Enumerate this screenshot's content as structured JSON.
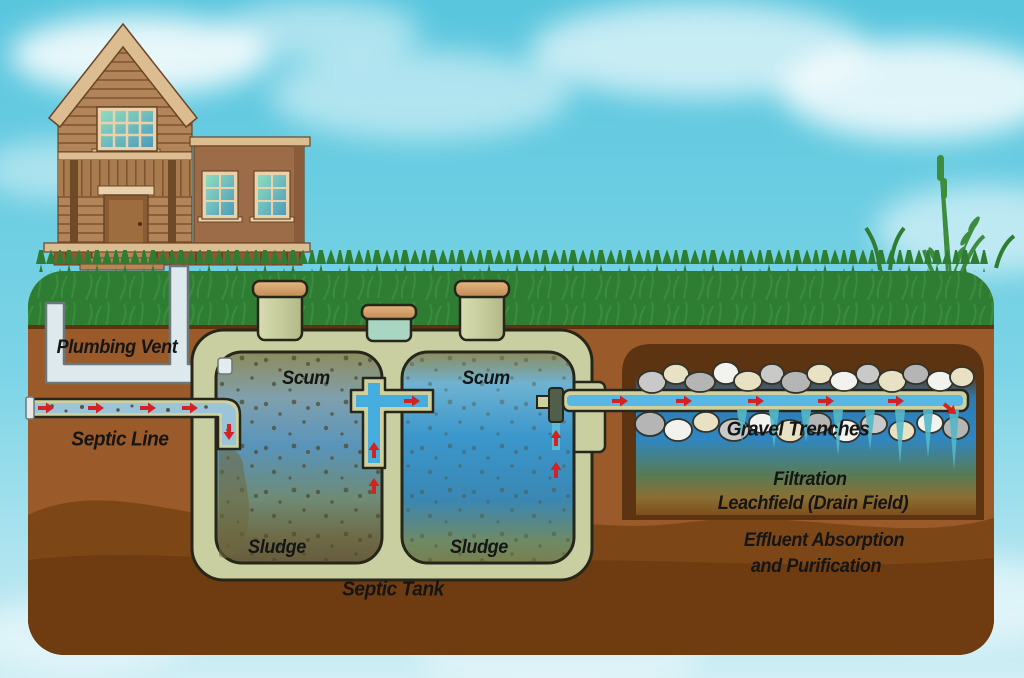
{
  "scene": {
    "labels": {
      "plumbing_vent": "Plumbing Vent",
      "septic_line": "Septic Line",
      "scum_left": "Scum",
      "scum_right": "Scum",
      "sludge_left": "Sludge",
      "sludge_right": "Sludge",
      "septic_tank": "Septic Tank",
      "gravel_trenches": "Gravel Trenches",
      "filtration": "Filtration",
      "leachfield": "Leachfield (Drain Field)",
      "effluent_line1": "Effluent Absorption",
      "effluent_line2": "and Purification"
    },
    "colors": {
      "sky": "#5ec9e0",
      "cloud": "#ffffff",
      "grass": "#2f7d33",
      "dirt_light": "#9a5a2a",
      "dirt_mid": "#7c4617",
      "dirt_dark": "#6e3c10",
      "trench_cavity": "#5d3412",
      "tank_shell": "#c9cfa0",
      "scum_olive": "#8e8b5a",
      "water_blue": "#3b97cc",
      "sludge_brown": "#675c3c",
      "pipe_khaki": "#cfd0a0",
      "vent_pipe": "#dde9ec",
      "pipe_water": "#59b7e6",
      "flow_arrow": "#d42222",
      "gravel_grey": "#c9c9c9",
      "gravel_cream": "#e8e1c4",
      "riser_body": "#cdd2a2",
      "riser_cap": "#dcaa74",
      "riser_teal": "#a8d6c2",
      "house_wood": "#b28459",
      "window_glass": "#7fd4b4",
      "label_text": "#151515"
    }
  }
}
